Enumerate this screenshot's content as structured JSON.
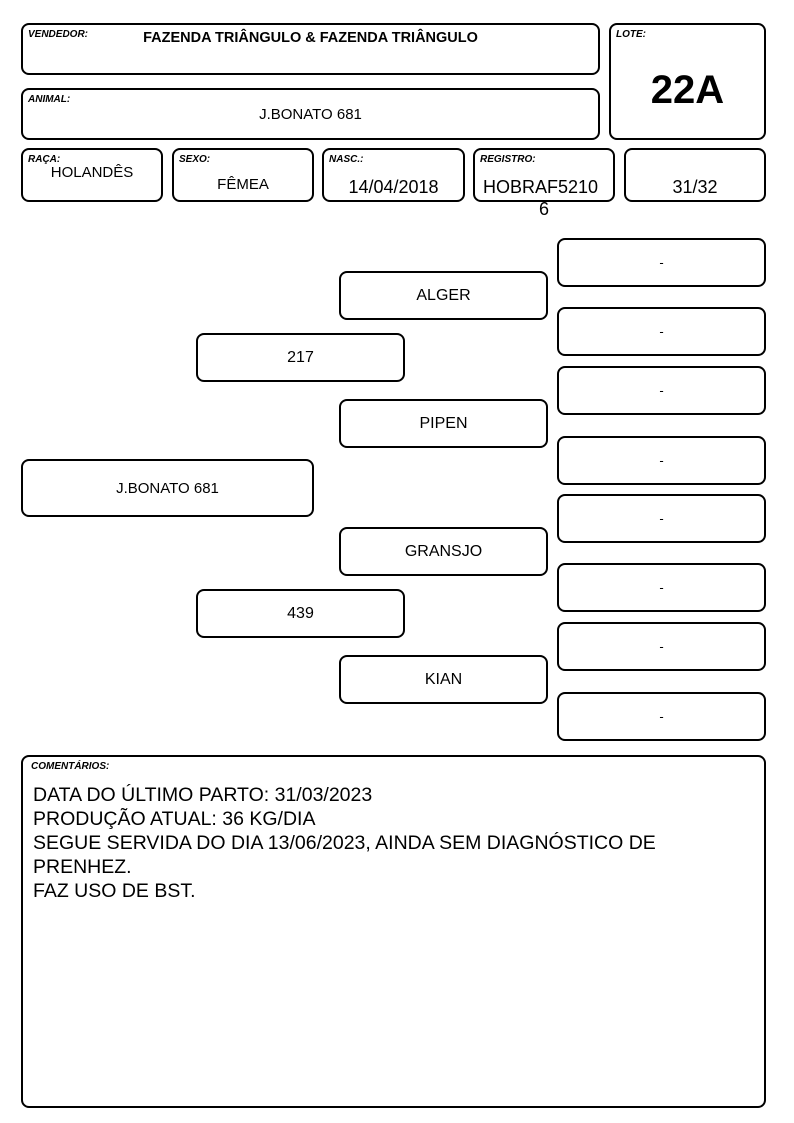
{
  "header": {
    "vendedor": {
      "label": "VENDEDOR:",
      "value": "FAZENDA TRIÂNGULO & FAZENDA TRIÂNGULO"
    },
    "animal": {
      "label": "ANIMAL:",
      "value": "J.BONATO 681"
    },
    "lote": {
      "label": "LOTE:",
      "value": "22A"
    }
  },
  "info": {
    "raca": {
      "label": "RAÇA:",
      "value": "HOLANDÊS"
    },
    "sexo": {
      "label": "SEXO:",
      "value": "FÊMEA"
    },
    "nasc": {
      "label": "NASC.:",
      "value": "14/04/2018"
    },
    "registro": {
      "label": "REGISTRO:",
      "value": "HOBRAF5210",
      "value_wrap": "6"
    },
    "grau": {
      "value": "31/32"
    }
  },
  "pedigree": {
    "animal": "J.BONATO 681",
    "sire": "217",
    "dam": "439",
    "sire_sire": "ALGER",
    "sire_dam": "PIPEN",
    "dam_sire": "GRANSJO",
    "dam_dam": "KIAN",
    "great_grandparents": [
      "-",
      "-",
      "-",
      "-",
      "-",
      "-",
      "-",
      "-"
    ]
  },
  "comments": {
    "label": "COMENTÁRIOS:",
    "text": "DATA DO ÚLTIMO PARTO: 31/03/2023\nPRODUÇÃO ATUAL: 36 KG/DIA\nSEGUE SERVIDA DO DIA 13/06/2023, AINDA SEM DIAGNÓSTICO DE PRENHEZ.\nFAZ USO DE BST."
  }
}
